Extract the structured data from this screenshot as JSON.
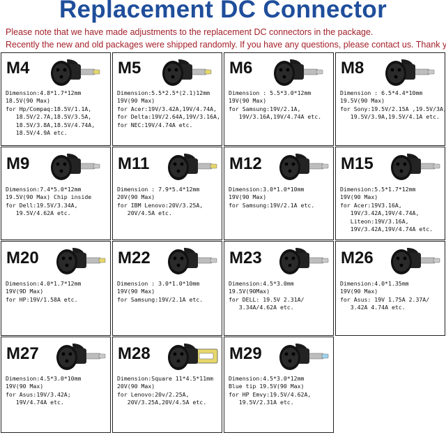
{
  "header": {
    "title": "Replacement DC Connector",
    "note1": "Please note that we have made adjustments to the replacement DC connectors in the package.",
    "note2": "Recently the new and old packages were shipped randomly. If you have any questions, please contact us. Thank you."
  },
  "colors": {
    "title": "#1f4e9b",
    "note": "#a3202a",
    "connector_tip": "#e6d76a",
    "connector_body": "#141414"
  },
  "connectors": [
    {
      "model": "M4",
      "icon": "dc-plug-yellow-tip-icon",
      "lines": [
        "Dimension:4.8*1.7*12mm",
        "18.5V(90 Max)",
        "for Hp/Compaq:18.5V/1.1A,",
        "   18.5V/2.7A,18.5V/3.5A,",
        "   18.5V/3.8A,18.5V/4.74A,",
        "   18.5V/4.9A etc."
      ]
    },
    {
      "model": "M5",
      "icon": "dc-plug-yellow-tip-icon",
      "lines": [
        "Dimension:5.5*2.5*(2.1)12mm",
        "19V(90 Max)",
        "for Acer:19V/3.42A,19V/4.74A,",
        "for Delta:19V/2.64A,19V/3.16A,",
        "for NEC:19V/4.74A etc."
      ]
    },
    {
      "model": "M6",
      "icon": "dc-plug-silver-tip-icon",
      "lines": [
        "Dimension : 5.5*3.0*12mm",
        "19V(90 Max)",
        "for Samsung:19V/2.1A,",
        "   19V/3.16A,19V/4.74A etc."
      ]
    },
    {
      "model": "M8",
      "icon": "dc-plug-silver-tip-icon",
      "lines": [
        "Dimension : 6.5*4.4*10mm",
        "19.5V(90 Max)",
        "for Sony:19.5V/2.15A ,19.5V/3A,",
        "   19.5V/3.9A,19.5V/4.1A etc."
      ]
    },
    {
      "model": "M9",
      "icon": "dc-plug-silver-tip-icon",
      "lines": [
        "Dimension:7.4*5.0*12mm",
        "19.5V(90 Max) Chip inside",
        "for Dell:19.5V/3.34A,",
        "   19.5V/4.62A etc."
      ]
    },
    {
      "model": "M11",
      "icon": "dc-plug-yellow-tip-icon",
      "lines": [
        "Dimension : 7.9*5.4*12mm",
        "20V(90 Max)",
        "for IBM Lenovo:20V/3.25A,",
        "   20V/4.5A etc."
      ]
    },
    {
      "model": "M12",
      "icon": "dc-plug-silver-tip-icon",
      "lines": [
        "Dimension:3.0*1.0*10mm",
        "19V(90 Max)",
        "for Samsung:19V/2.1A etc."
      ]
    },
    {
      "model": "M15",
      "icon": "dc-plug-silver-tip-icon",
      "lines": [
        "Dimension:5.5*1.7*12mm",
        "19V(90 Max)",
        "for Acer:19V3.16A,",
        "   19V/3.42A,19V/4.74A,",
        "   Liteon:19V/3.16A,",
        "   19V/3.42A,19V/4.74A etc."
      ]
    },
    {
      "model": "M20",
      "icon": "dc-plug-yellow-tip-icon",
      "lines": [
        "Dimension:4.0*1.7*12mm",
        "19V(9D Max)",
        "for HP:19V/1.58A etc."
      ]
    },
    {
      "model": "M22",
      "icon": "dc-plug-silver-tip-icon",
      "lines": [
        "Dimension : 3.0*1.0*10mm",
        "19V(90 Max)",
        "for Samsung:19V/2.1A etc."
      ]
    },
    {
      "model": "M23",
      "icon": "dc-plug-silver-tip-icon",
      "lines": [
        "Dimension:4.5*3.0mm",
        "19.5V(90Max)",
        "for DELL: 19.5V 2.31A/",
        "   3.34A/4.62A etc."
      ]
    },
    {
      "model": "M26",
      "icon": "dc-plug-silver-tip-icon",
      "lines": [
        "Dimension:4.0*1.35mm",
        "19V(90 Max)",
        "for Asus: 19V 1.75A 2.37A/",
        "   3.42A 4.74A etc."
      ]
    },
    {
      "model": "M27",
      "icon": "dc-plug-silver-tip-icon",
      "lines": [
        "Dimension:4.5*3.0*10mm",
        "19V(90 Max)",
        "for Asus:19V/3.42A;",
        "   19V/4.74A etc."
      ]
    },
    {
      "model": "M28",
      "icon": "dc-plug-square-tip-icon",
      "lines": [
        "Dimension:Square 11*4.5*11mm",
        "20V(90 Max)",
        "for Lenovo:20v/2.25A,",
        "   20V/3.25A,20V/4.5A etc."
      ]
    },
    {
      "model": "M29",
      "icon": "dc-plug-blue-tip-icon",
      "lines": [
        "Dimension:4.5*3.0*12mm",
        "Blue tip 19.5V(90 Max)",
        "for HP Emvy:19.5V/4.62A,",
        "   19.5V/2.31A etc."
      ]
    }
  ]
}
